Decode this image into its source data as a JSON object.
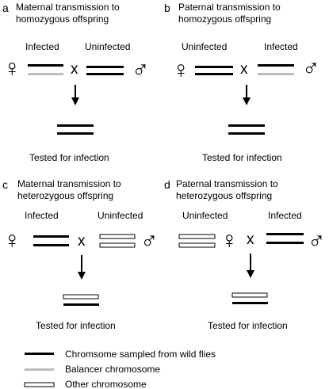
{
  "panels": {
    "a": {
      "letter": "a",
      "title_line1": "Maternal transmission to",
      "title_line2": "homozygous offspring",
      "left_label": "Infected",
      "right_label": "Uninfected",
      "offspring_label": "Tested for infection"
    },
    "b": {
      "letter": "b",
      "title_line1": "Paternal transmission to",
      "title_line2": "homozygous offspring",
      "left_label": "Uninfected",
      "right_label": "Infected",
      "offspring_label": "Tested for infection"
    },
    "c": {
      "letter": "c",
      "title_line1": "Maternal transmission to",
      "title_line2": "heterozygous offspring",
      "left_label": "Infected",
      "right_label": "Uninfected",
      "offspring_label": "Tested for infection"
    },
    "d": {
      "letter": "d",
      "title_line1": "Paternal transmission to",
      "title_line2": "heterozygous offspring",
      "left_label": "Uninfected",
      "right_label": "Infected",
      "offspring_label": "Tested for infection"
    }
  },
  "symbols": {
    "female": "♀",
    "male": "♂",
    "cross": "x"
  },
  "legend": {
    "wild": "Chromsome sampled from wild flies",
    "balancer": "Balancer chromosome",
    "other": "Other chromosome"
  },
  "colors": {
    "wild_chromosome": "#000000",
    "balancer_chromosome": "#bdbdbd",
    "other_chromosome_fill": "#ffffff",
    "other_chromosome_stroke": "#000000"
  }
}
